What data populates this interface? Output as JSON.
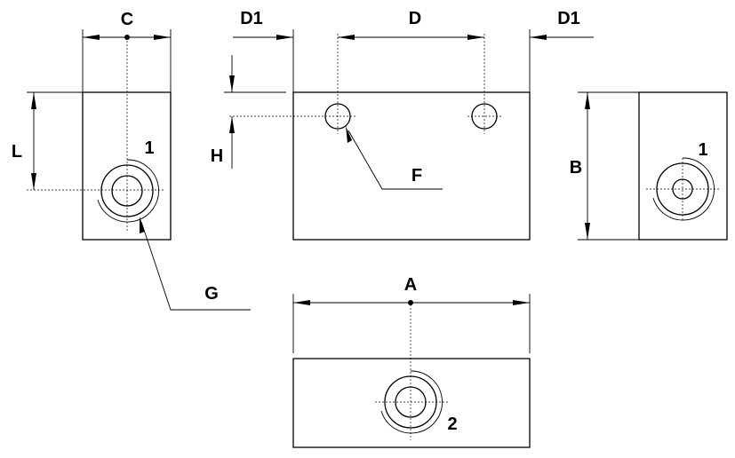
{
  "labels": {
    "C": "C",
    "D1_left": "D1",
    "D": "D",
    "D1_right": "D1",
    "L": "L",
    "H": "H",
    "F": "F",
    "B": "B",
    "G": "G",
    "A": "A",
    "port1_left": "1",
    "port1_right": "1",
    "port2": "2"
  }
}
